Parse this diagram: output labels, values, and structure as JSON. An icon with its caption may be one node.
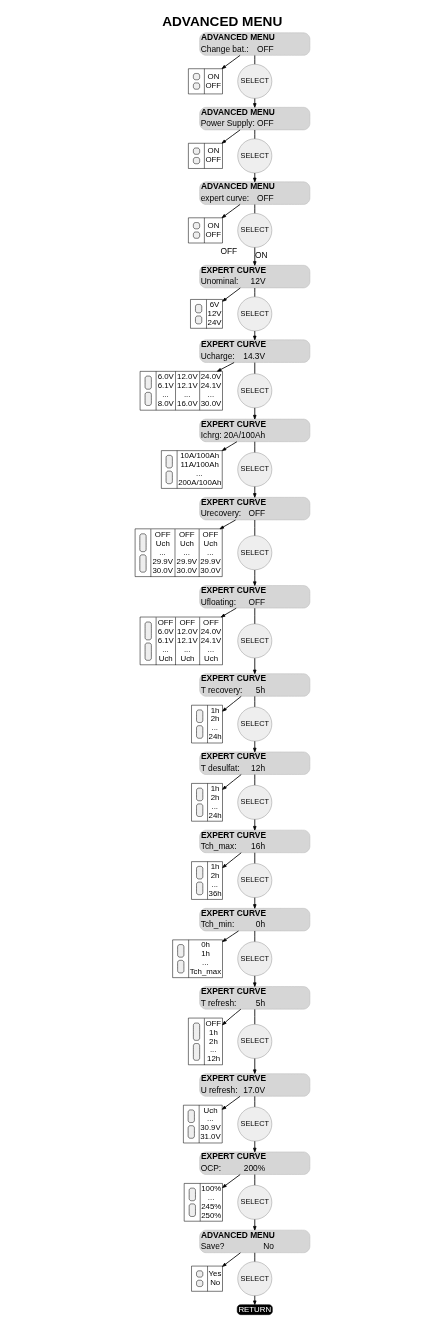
{
  "diagram": {
    "title": "ADVANCED MENU",
    "nodes": [
      {
        "text": [
          "ADVANCED MENU",
          "Change bat.:",
          "OFF"
        ]
      },
      {
        "text": [
          "ON OFF"
        ]
      },
      {
        "text": [
          "SELECT"
        ]
      },
      {
        "text": [
          "ADVANCED MENU",
          "Power Supply:",
          "OFF"
        ]
      },
      {
        "text": [
          "ON OFF"
        ]
      },
      {
        "text": [
          "SELECT"
        ]
      },
      {
        "text": [
          "ADVANCED MENU",
          "expert curve:",
          "OFF"
        ]
      },
      {
        "text": [
          "ON OFF"
        ]
      },
      {
        "text": [
          "SELECT"
        ],
        "beside": [
          "OFF"
        ]
      },
      {
        "text": [
          "EXPERT CURVE",
          "Unominal:",
          "12V"
        ]
      },
      {
        "text": [
          "6V 12V 24V"
        ]
      },
      {
        "text": [
          "SELECT"
        ]
      },
      {
        "text": [
          "EXPERT CURVE",
          "Ucharge:",
          "14.3V"
        ]
      },
      {
        "text": [
          "6.0V 6.1V ... 8.0V",
          "12.0V 12.1V ... 16.0V",
          "24.0V 24.1V ... 30.0V"
        ]
      },
      {
        "text": [
          "SELECT"
        ]
      },
      {
        "text": [
          "EXPERT CURVE",
          "Ichrg:",
          "20A/100Ah"
        ]
      },
      {
        "text": [
          "10A/100Ah 11A/100Ah ... 200A/100Ah"
        ]
      },
      {
        "text": [
          "SELECT"
        ]
      },
      {
        "text": [
          "EXPERT CURVE",
          "Urecovery:",
          "OFF"
        ]
      },
      {
        "text": [
          "OFF Uch ... 29.9V 30.0V",
          "OFF Uch ... 29.9V 30.0V",
          "OFF Uch ... 29.9V 30.0V"
        ]
      },
      {
        "text": [
          "SELECT"
        ]
      },
      {
        "text": [
          "EXPERT CURVE",
          "Ufloating:",
          "OFF"
        ]
      },
      {
        "text": [
          "OFF 6.0V 6.1V ... Uch",
          "OFF 12.0V 12.1V ... Uch",
          "OFF 24.0V 24.1V ... Uch"
        ]
      },
      {
        "text": [
          "SELECT"
        ]
      },
      {
        "text": [
          "EXPERT CURVE",
          "T recovery:",
          "5h"
        ]
      },
      {
        "text": [
          "1h 2h ... 24h"
        ]
      },
      {
        "text": [
          "SELECT"
        ]
      },
      {
        "text": [
          "EXPERT CURVE",
          "T desulfat:",
          "12h"
        ]
      },
      {
        "text": [
          "1h 2h ... 24h"
        ]
      },
      {
        "text": [
          "SELECT"
        ]
      },
      {
        "text": [
          "EXPERT CURVE",
          "Tch_max:",
          "16h"
        ]
      },
      {
        "text": [
          "1h 2h ... 36h"
        ]
      },
      {
        "text": [
          "SELECT"
        ]
      },
      {
        "text": [
          "EXPERT CURVE",
          "Tch_min:",
          "0h"
        ]
      },
      {
        "text": [
          "0h 1h ... Tch_max"
        ]
      },
      {
        "text": [
          "SELECT"
        ]
      },
      {
        "text": [
          "EXPERT CURVE",
          "T refresh:",
          "5h"
        ]
      },
      {
        "text": [
          "OFF 1h 2h ... 12h"
        ]
      },
      {
        "text": [
          "SELECT"
        ]
      },
      {
        "text": [
          "EXPERT CURVE",
          "U refresh:",
          "17.0V"
        ]
      },
      {
        "text": [
          "Uch ... 30.9V 31.0V"
        ]
      },
      {
        "text": [
          "SELECT"
        ]
      },
      {
        "text": [
          "EXPERT CURVE",
          "OCP:",
          "200%"
        ]
      },
      {
        "text": [
          "100% ... 245% 250%"
        ]
      },
      {
        "text": [
          "SELECT"
        ]
      },
      {
        "text": [
          "ADVANCED MENU",
          "Save?",
          "No"
        ]
      },
      {
        "text": [
          "Yes No"
        ]
      },
      {
        "text": [
          "SELECT"
        ]
      },
      {
        "text": [
          "RETURN"
        ]
      }
    ],
    "edges": [
      {
        "from": 0,
        "to": 1,
        "arrow": "to"
      },
      {
        "from": 0,
        "to": 2,
        "arrow": "none"
      },
      {
        "from": 2,
        "to": 3,
        "arrow": "to"
      },
      {
        "from": 3,
        "to": 4,
        "arrow": "to"
      },
      {
        "from": 3,
        "to": 5,
        "arrow": "none"
      },
      {
        "from": 5,
        "to": 6,
        "arrow": "to"
      },
      {
        "from": 6,
        "to": 7,
        "arrow": "to"
      },
      {
        "from": 6,
        "to": 8,
        "arrow": "none"
      },
      {
        "from": 8,
        "to": 9,
        "arrow": "to",
        "label": "ON"
      },
      {
        "from": 9,
        "to": 10,
        "arrow": "to"
      },
      {
        "from": 9,
        "to": 11,
        "arrow": "none"
      },
      {
        "from": 11,
        "to": 12,
        "arrow": "to"
      },
      {
        "from": 12,
        "to": 13,
        "arrow": "to"
      },
      {
        "from": 12,
        "to": 14,
        "arrow": "none"
      },
      {
        "from": 14,
        "to": 15,
        "arrow": "to"
      },
      {
        "from": 15,
        "to": 16,
        "arrow": "to"
      },
      {
        "from": 15,
        "to": 17,
        "arrow": "none"
      },
      {
        "from": 17,
        "to": 18,
        "arrow": "to"
      },
      {
        "from": 18,
        "to": 19,
        "arrow": "to"
      },
      {
        "from": 18,
        "to": 20,
        "arrow": "none"
      },
      {
        "from": 20,
        "to": 21,
        "arrow": "to"
      },
      {
        "from": 21,
        "to": 22,
        "arrow": "to"
      },
      {
        "from": 21,
        "to": 23,
        "arrow": "none"
      },
      {
        "from": 23,
        "to": 24,
        "arrow": "to"
      },
      {
        "from": 24,
        "to": 25,
        "arrow": "to"
      },
      {
        "from": 24,
        "to": 26,
        "arrow": "none"
      },
      {
        "from": 26,
        "to": 27,
        "arrow": "to"
      },
      {
        "from": 27,
        "to": 28,
        "arrow": "to"
      },
      {
        "from": 27,
        "to": 29,
        "arrow": "none"
      },
      {
        "from": 29,
        "to": 30,
        "arrow": "to"
      },
      {
        "from": 30,
        "to": 31,
        "arrow": "to"
      },
      {
        "from": 30,
        "to": 32,
        "arrow": "none"
      },
      {
        "from": 32,
        "to": 33,
        "arrow": "to"
      },
      {
        "from": 33,
        "to": 34,
        "arrow": "to"
      },
      {
        "from": 33,
        "to": 35,
        "arrow": "none"
      },
      {
        "from": 35,
        "to": 36,
        "arrow": "to"
      },
      {
        "from": 36,
        "to": 37,
        "arrow": "to"
      },
      {
        "from": 36,
        "to": 38,
        "arrow": "none"
      },
      {
        "from": 38,
        "to": 39,
        "arrow": "to"
      },
      {
        "from": 39,
        "to": 40,
        "arrow": "to"
      },
      {
        "from": 39,
        "to": 41,
        "arrow": "none"
      },
      {
        "from": 41,
        "to": 42,
        "arrow": "to"
      },
      {
        "from": 42,
        "to": 43,
        "arrow": "to"
      },
      {
        "from": 42,
        "to": 44,
        "arrow": "none"
      },
      {
        "from": 44,
        "to": 45,
        "arrow": "to"
      },
      {
        "from": 45,
        "to": 46,
        "arrow": "to"
      },
      {
        "from": 45,
        "to": 47,
        "arrow": "none"
      },
      {
        "from": 47,
        "to": 48,
        "arrow": "to"
      }
    ]
  }
}
